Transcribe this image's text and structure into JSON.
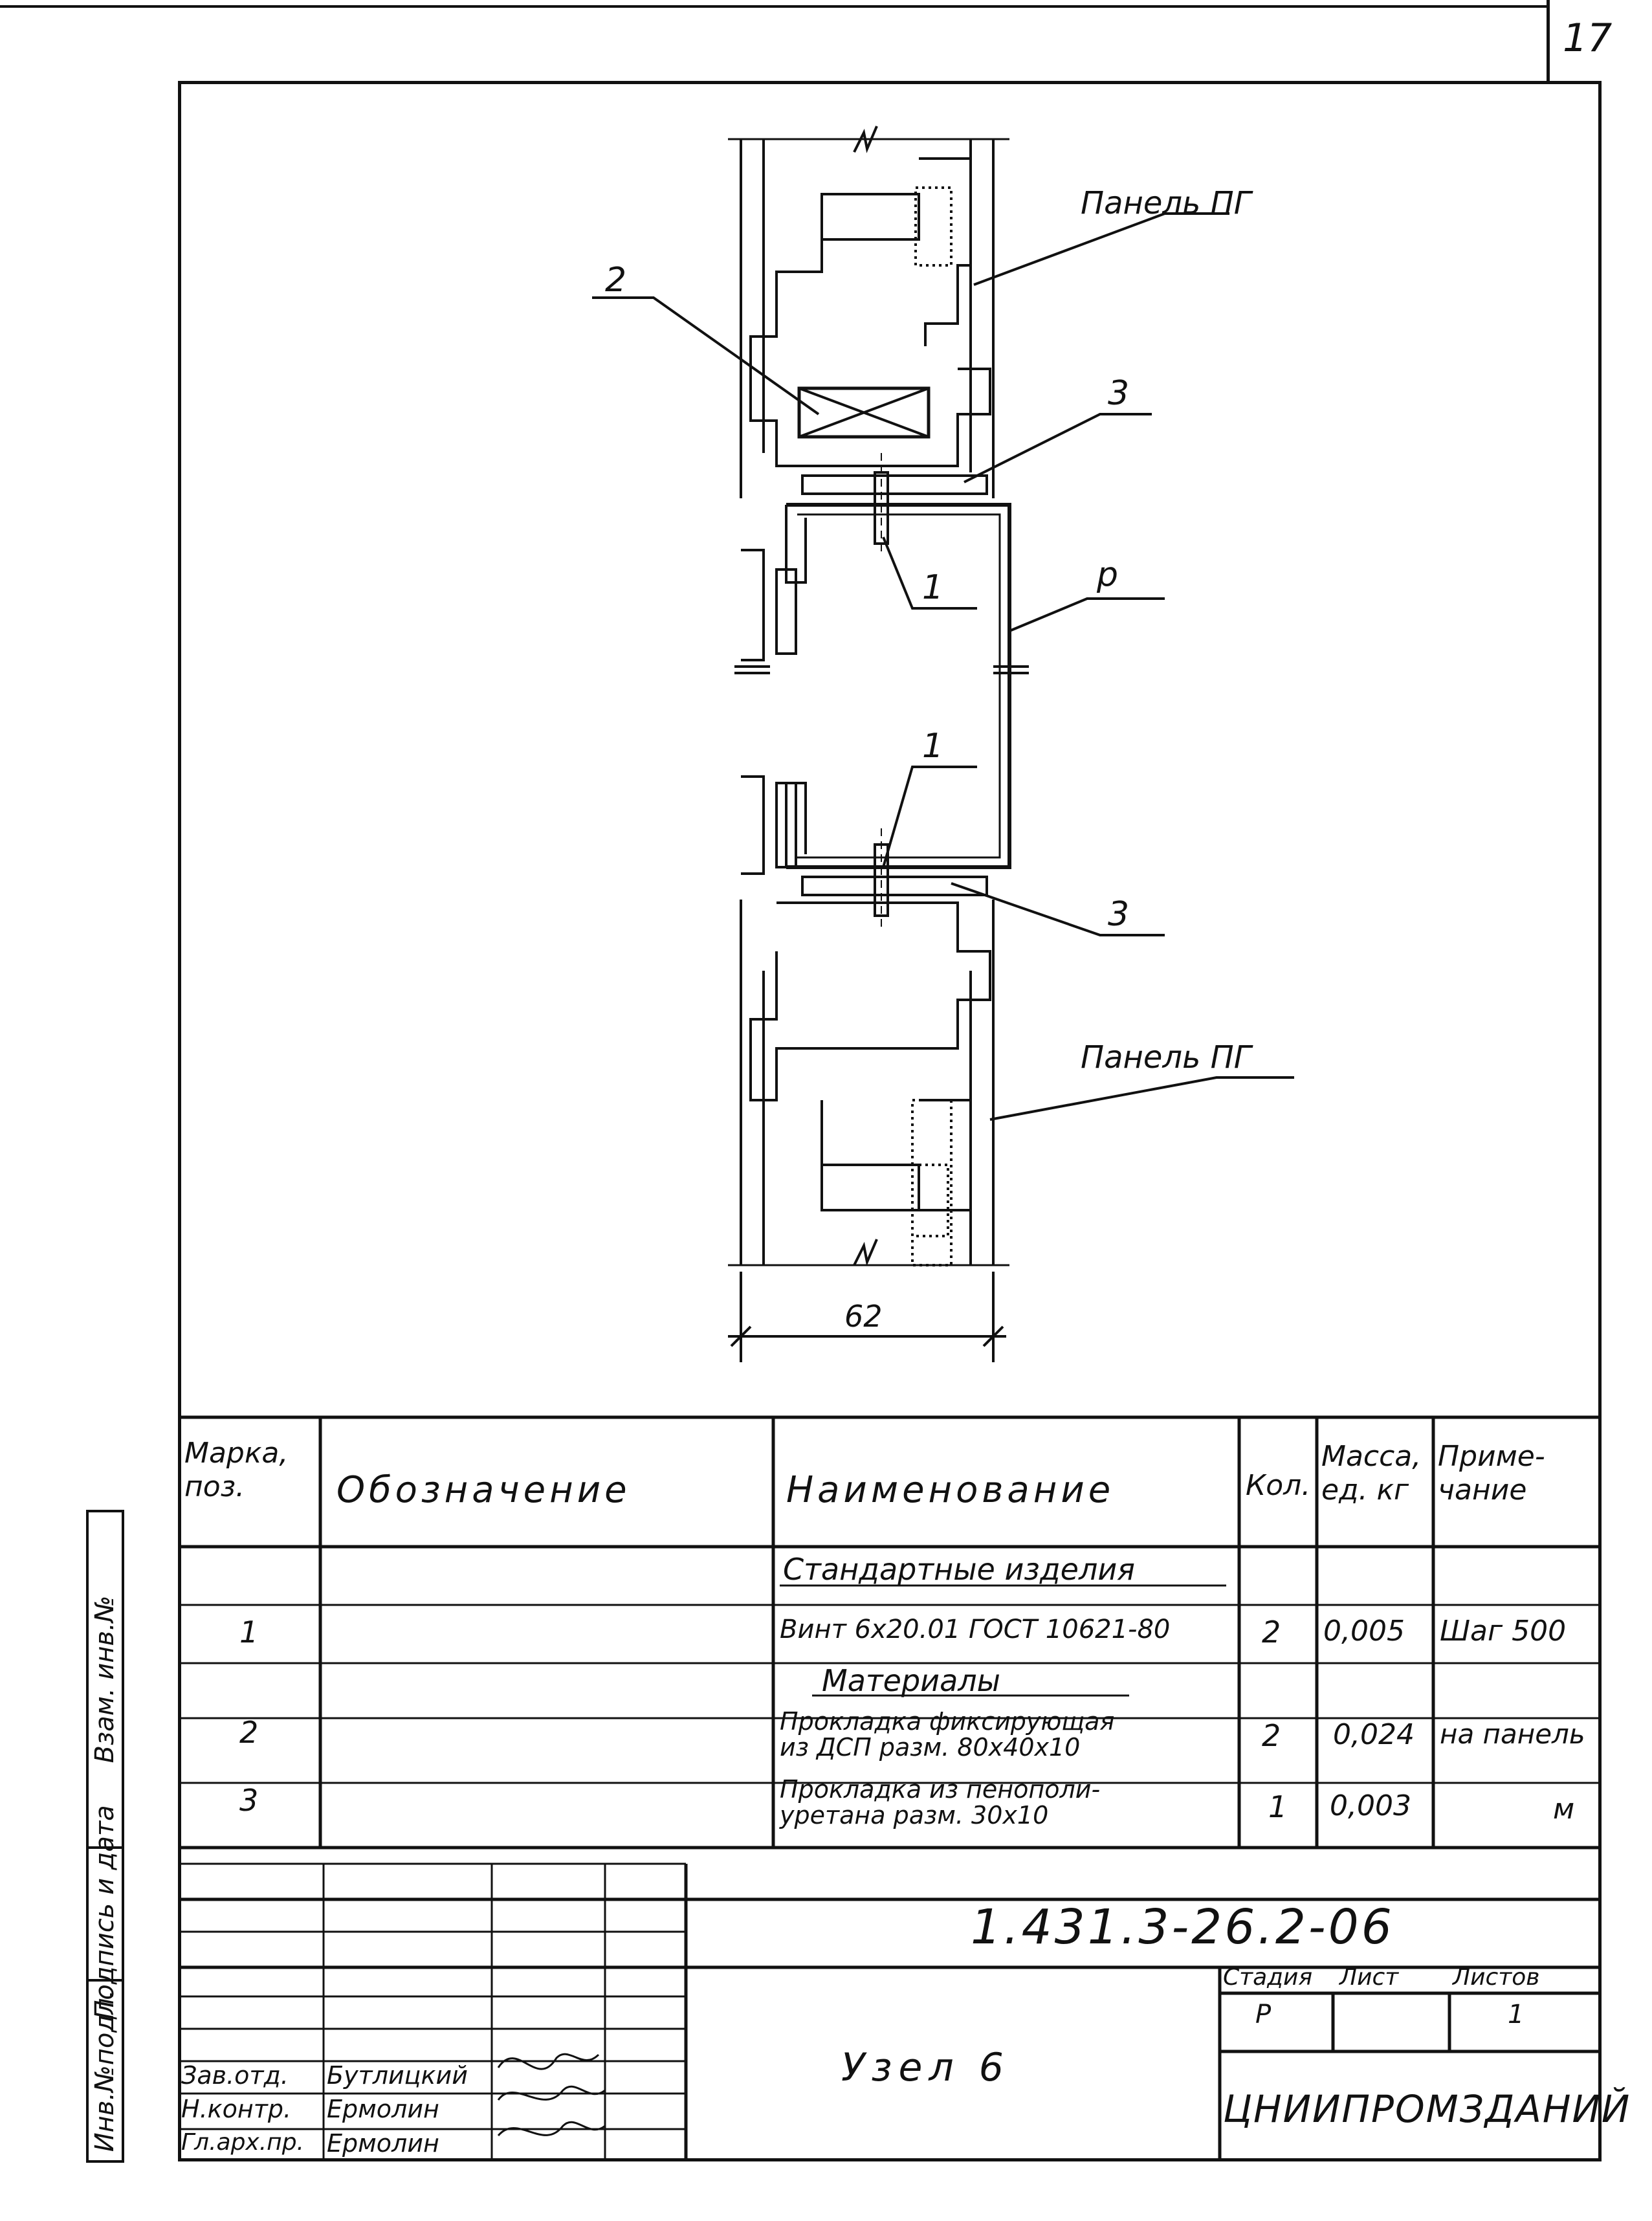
{
  "sheet": {
    "page_number": "17",
    "colors": {
      "ink": "#111111",
      "paper": "#ffffff"
    }
  },
  "drawing": {
    "callout_panel_top": "Панель ПГ",
    "callout_panel_bottom": "Панель ПГ",
    "callout_2": "2",
    "callout_3_top": "3",
    "callout_3_bottom": "3",
    "callout_1_top": "1",
    "callout_1_bottom": "1",
    "callout_p": "р",
    "dimension": "62"
  },
  "spec_table": {
    "headers": {
      "mark": "Марка, поз.",
      "designation": "Обозначение",
      "name": "Наименование",
      "qty": "Кол.",
      "mass": "Масса, ед. кг",
      "note": "Приме- чание"
    },
    "section_standard": "Стандартные изделия",
    "section_materials": "Материалы",
    "rows": [
      {
        "mark": "1",
        "name": "Винт 6х20.01 ГОСТ 10621-80",
        "qty": "2",
        "mass": "0,005",
        "note": "Шаг 500"
      },
      {
        "mark": "2",
        "name": "Прокладка фиксирующая из ДСП разм. 80х40х10",
        "qty": "2",
        "mass": "0,024",
        "note": "на панель"
      },
      {
        "mark": "3",
        "name": "Прокладка из пенополи- уретана разм. 30х10",
        "qty": "1",
        "mass": "0,003",
        "note": "м"
      }
    ]
  },
  "side_stamp": {
    "inv_orig": "Инв.№подл.",
    "sign_date": "Подпись и дата",
    "vzam_inv": "Взам. инв.№"
  },
  "title_block": {
    "doc_code": "1.431.3-26.2-06",
    "title": "Узел 6",
    "stage_label": "Стадия",
    "sheet_label": "Лист",
    "sheets_label": "Листов",
    "stage_value": "Р",
    "sheets_value": "1",
    "org": "ЦНИИПРОМЗДАНИЙ",
    "staff": [
      {
        "role": "Зав.отд.",
        "name": "Бутлицкий"
      },
      {
        "role": "Н.контр.",
        "name": "Ермолин"
      },
      {
        "role": "Гл.арх.пр.",
        "name": "Ермолин"
      }
    ]
  }
}
